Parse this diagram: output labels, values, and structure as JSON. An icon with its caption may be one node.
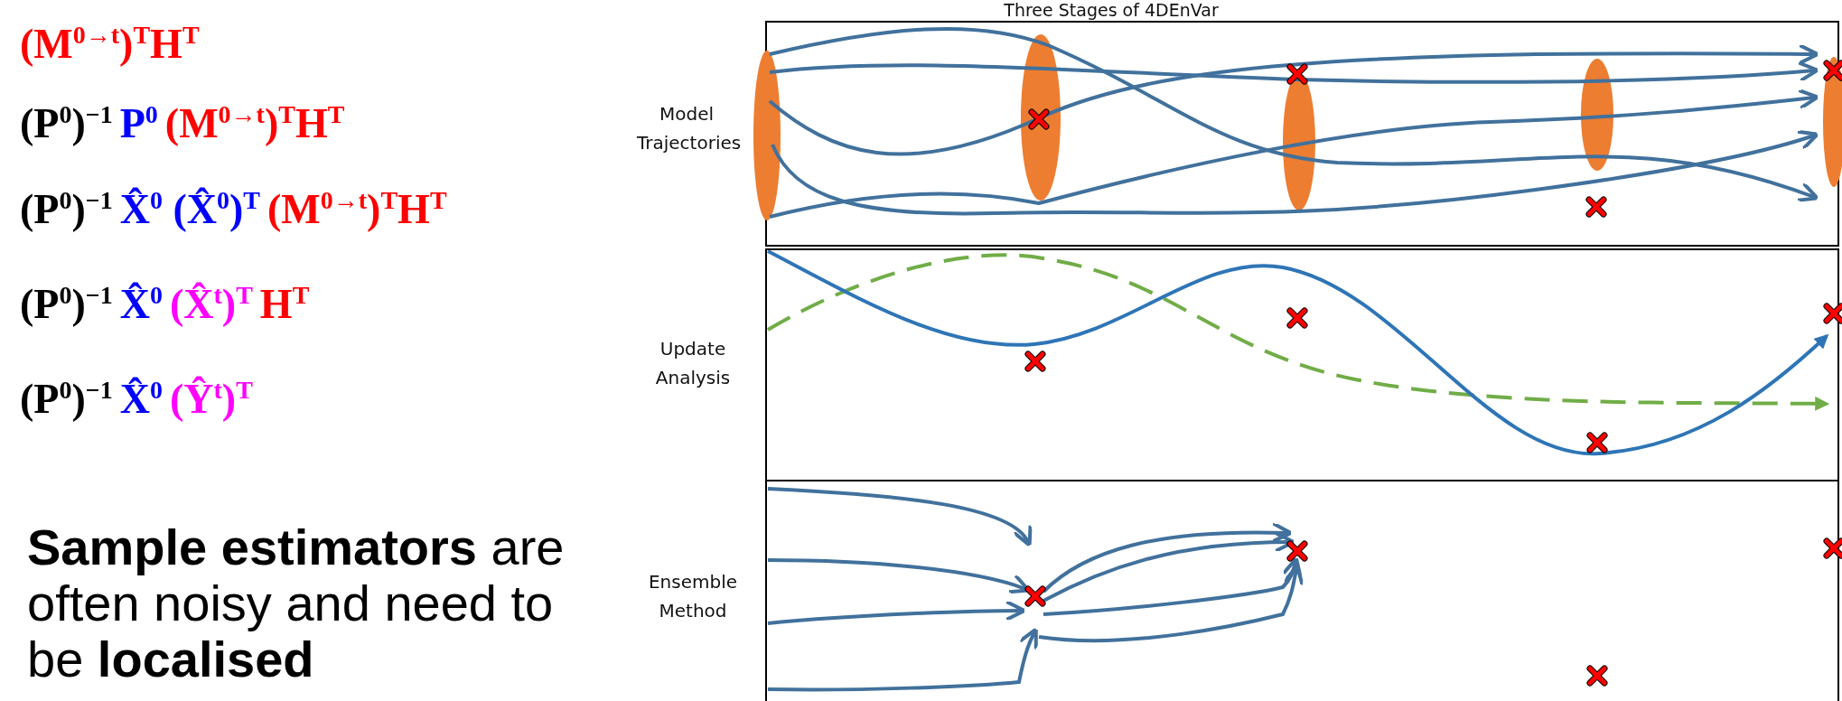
{
  "diagram": {
    "labels": [
      "(M$^{0→t}$)$^{T}$H$^{T}$",
      "(P$^{0}$)$^{−1}$",
      "P$^{0}$",
      "(M$^{0→t}$)$^{T}$H$^{T}$",
      "(P$^{0}$)$^{−1}$",
      "X̂$^{0}$ (X̂$^{0}$)$^{T}$",
      "(M$^{0→t}$)$^{T}$H$^{T}$",
      "(P$^{0}$)$^{−1}$",
      "X̂$^{0}$",
      "(X̂$^{t}$)$^{T}$",
      "H$^{T}$",
      "(P$^{0}$)$^{−1}$",
      "X̂$^{0}$",
      "(Ŷ$^{t}$)$^{T}$",
      "**Sample estimators** are often noisy and need to be **localised**",
      "Three Stages of 4DEnVar",
      "Model Trajectories",
      "Update Analysis",
      "Ensemble Method"
    ]
  }
}
